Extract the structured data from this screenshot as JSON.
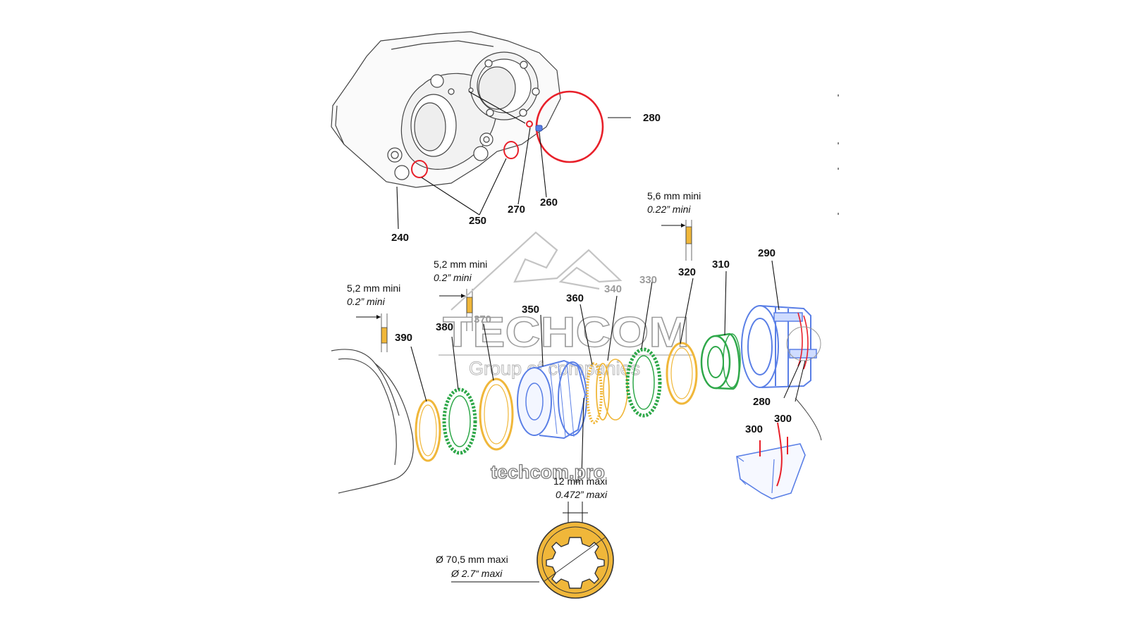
{
  "diagram": {
    "callouts": {
      "c240": "240",
      "c250": "250",
      "c260": "260",
      "c270": "270",
      "c280": "280",
      "c290": "290",
      "c310": "310",
      "c320": "320",
      "c330": "330",
      "c340": "340",
      "c350": "350",
      "c360": "360",
      "c370": "370",
      "c380": "380",
      "c390": "390",
      "c280b": "280",
      "c300a": "300",
      "c300b": "300"
    },
    "specs": {
      "s320_mm": "5,6 mm mini",
      "s320_in": "0.22” mini",
      "s370_mm": "5,2 mm mini",
      "s370_in": "0.2” mini",
      "s390_mm": "5,2 mm mini",
      "s390_in": "0.2” mini",
      "gear_w_mm": "12 mm maxi",
      "gear_w_in": "0.472” maxi",
      "gear_d_mm": "Ø 70,5 mm maxi",
      "gear_d_in": "Ø 2.7“ maxi"
    }
  },
  "watermark": {
    "brand": "TECHCOM",
    "tagline": "Group of companies",
    "url": "techcom.pro"
  },
  "colors": {
    "seal_red": "#e8202a",
    "ring_orange": "#f0b73a",
    "ring_green": "#2fa84a",
    "part_blue": "#5a7fe6",
    "line": "#333333"
  }
}
